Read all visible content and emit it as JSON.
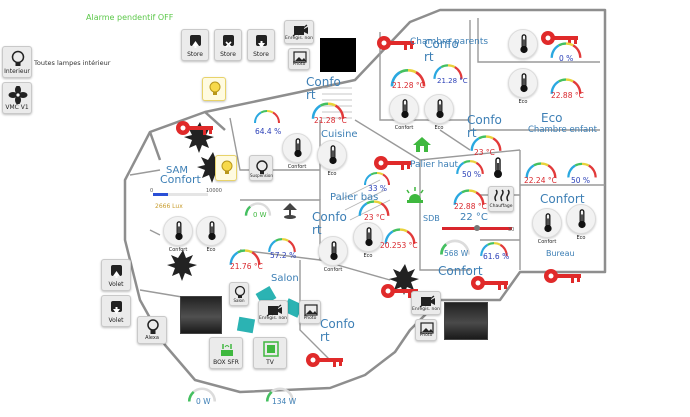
{
  "alarm": {
    "label": "Alarme pendentif OFF",
    "color": "#5cc84a"
  },
  "left_panel": {
    "interieur_button": {
      "label": "Interieur",
      "icon": "lightbulb-icon"
    },
    "interieur_text": "Toutes lampes intérieur",
    "vmc_button": {
      "label": "VMC V1",
      "icon": "fan-icon"
    },
    "volet_up": {
      "label": "Volet",
      "icon": "arrow-up-icon"
    },
    "volet_down": {
      "label": "Volet",
      "icon": "arrow-down-icon"
    },
    "alexa_button": {
      "label": "Alexa",
      "icon": "lightbulb-icon"
    }
  },
  "store_buttons": [
    {
      "label": "Store",
      "icon": "arrow-up-icon"
    },
    {
      "label": "Store",
      "icon": "close-icon"
    },
    {
      "label": "Store",
      "icon": "arrow-down-icon"
    }
  ],
  "top_controls": {
    "mute_label": "Enregis. non",
    "photo_label": "Photo"
  },
  "rooms": {
    "chambre_parents": {
      "name": "Chambre parents",
      "mode": "Confo rt",
      "temp": "21.28 °C",
      "humidity": "",
      "confort_label": "Confort",
      "eco_label": "Eco"
    },
    "chambre_parents_right": {
      "humidity": "0 %",
      "temp": "22.88 °C",
      "eco_label": "Eco"
    },
    "chambre_enfant": {
      "name": "Chambre enfant",
      "mode": "Eco",
      "temp": "22.24 °C",
      "humidity": "50 %"
    },
    "cuisine": {
      "name": "Cuisine",
      "mode": "Confo rt",
      "temp": "21.28 °C",
      "humidity": "64.4 %",
      "confort_label": "Confort",
      "eco_label": "Eco"
    },
    "sam": {
      "name": "SAM",
      "mode": "Confort",
      "lux": "2666 Lux",
      "lux_max": "10000",
      "lux_min": "0",
      "temp": "21.76 °C",
      "humidity": "57.2 %",
      "confort_label": "Confort",
      "eco_label": "Eco",
      "suspension_label": "Suspension"
    },
    "palier_haut": {
      "name": "Palier haut",
      "mode": "Confo rt",
      "temp": "23 °C",
      "humidity": "50 %"
    },
    "palier_bas": {
      "name": "Palier bas",
      "mode": "Confo rt",
      "temp": "23 °C",
      "humidity": "33 %",
      "power": "20.253 °C",
      "confort_label": "Confort",
      "eco_label": "Eco"
    },
    "sdb": {
      "name": "SDB",
      "setpoint": "22 °C",
      "temp": "22.88 °C",
      "power": "568 W",
      "humidity": "61.6 %",
      "chauffage_label": "Chauffage"
    },
    "bureau": {
      "name": "Bureau",
      "mode": "Confort",
      "confort_label": "Confort",
      "eco_label": "Eco"
    },
    "salon": {
      "name": "Salon",
      "mode": "Confo rt",
      "salon_label": "Salon",
      "mute_label": "Enregis. non",
      "photo_label": "Photo",
      "box_label": "BOX SFR",
      "tv_label": "TV",
      "power": "134 W"
    },
    "entree": {
      "mode": "Confort",
      "mute_label": "Enregis. non",
      "photo_label": "Photo"
    }
  },
  "power_gauges": [
    {
      "value": "0 W"
    },
    {
      "value": "0 W"
    },
    {
      "value": "134 W"
    }
  ],
  "gauge_ticks": {
    "t0": "0",
    "t10": "10",
    "t25": "25",
    "t40": "40",
    "t50": "50",
    "t75": "75",
    "t100": "100",
    "t30": "30"
  },
  "colors": {
    "temp": "#d9262c",
    "humidity": "#2a3fb7",
    "mode": "#3d7fb5",
    "plan_wall": "#8f8f8f",
    "key": "#e02a2a",
    "green": "#3fb83f",
    "teal": "#2bb3b3"
  }
}
